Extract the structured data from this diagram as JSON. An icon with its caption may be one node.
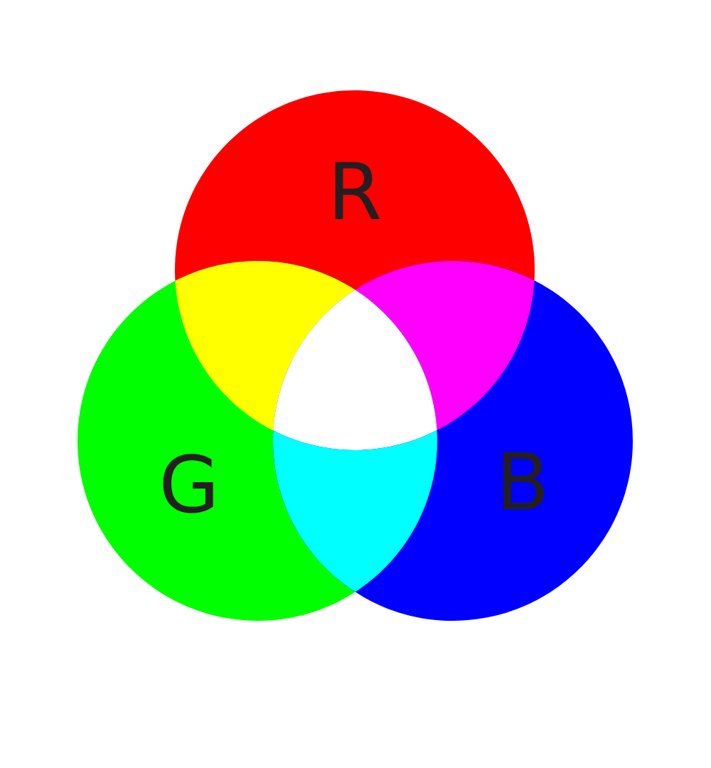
{
  "diagram": {
    "nodes": [
      {
        "text": [
          "R"
        ]
      },
      {
        "text": [
          "G"
        ]
      },
      {
        "text": [
          "B"
        ]
      },
      {
        "text": [],
        "shape": "lens"
      },
      {
        "text": [],
        "shape": "lens"
      },
      {
        "text": [],
        "shape": "triangle"
      },
      {
        "text": [],
        "shape": "lens"
      }
    ]
  }
}
